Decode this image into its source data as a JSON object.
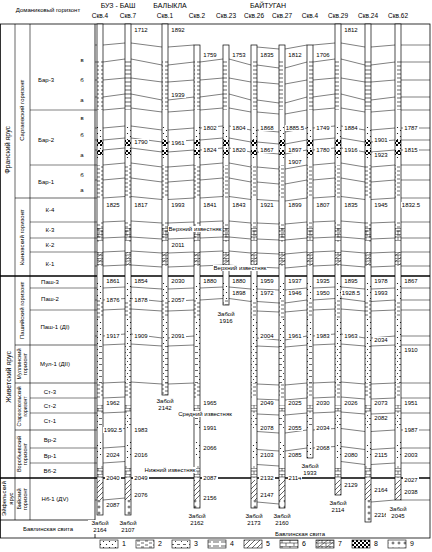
{
  "diagram": {
    "labels": [
      "БУЗ - БАШ",
      "БАЛЫКЛА",
      "БАЙТУГАН",
      "Скв.4",
      "Скв.7",
      "Скв.1",
      "Скв.2",
      "Скв.23",
      "Скв.26",
      "Скв.27",
      "Скв.4",
      "Скв.29",
      "Скв.24",
      "Скв.62",
      "Доманиковый горизонт",
      "Франский ярус",
      "Саргаевский горизонт",
      "Бар-3",
      "Бар-2",
      "Бар-1",
      "в",
      "б",
      "а",
      "в",
      "б",
      "а",
      "б",
      "а",
      "Кыновский горизонт",
      "К-4",
      "К-3",
      "К-2",
      "К-1",
      "Живетский ярус",
      "Пашийский горизонт",
      "Паш-3",
      "Паш-2",
      "Паш-1 (ДI)",
      "Муллинский горизонт",
      "Мул-1 (ДII)",
      "Старооскольский горизонт",
      "Ст-3",
      "Ст-2",
      "Ст-1",
      "Воробьевский горизонт",
      "Вр-2",
      "Вр-1",
      "Вб-2",
      "Эйфельский ярус",
      "Бийский горизонт",
      "Нб-1 (ДV)",
      "Бавлинская свита",
      "Верхний известняк",
      "Верхний известняк",
      "Средний известняк",
      "Нижний известняк",
      "Бавлинская свита",
      "1825",
      "1861",
      "1876",
      "1917",
      "1962",
      "1992.5",
      "2024",
      "2040",
      "2087",
      "Забой 2164",
      "1712",
      "1790",
      "1817",
      "1854",
      "1878",
      "1909",
      "1983",
      "2016",
      "2049",
      "2076",
      "Забой 2107",
      "1892",
      "1939",
      "1961",
      "1993",
      "2011",
      "2030",
      "2057",
      "2091",
      "Забой 2142",
      "1759",
      "1802",
      "1824",
      "1841",
      "1880",
      "1965",
      "1991",
      "2066",
      "2087",
      "2156",
      "Забой 2162",
      "1753",
      "1804",
      "1820",
      "1843",
      "1880",
      "1898",
      "Забой 1916",
      "1835",
      "1868",
      "1867",
      "1921",
      "1959",
      "1972",
      "2004",
      "2049",
      "2078",
      "2103",
      "2132",
      "2147",
      "Забой 2173",
      "1812",
      "1885.5",
      "1897",
      "1907",
      "1899",
      "1937",
      "1946",
      "1961",
      "2025",
      "2055",
      "2085",
      "2114",
      "Забой 2160",
      "1706",
      "1749",
      "1780",
      "1807",
      "1935",
      "1950",
      "1983",
      "2030",
      "2034",
      "2068",
      "Забой 1933",
      "1812",
      "1884",
      "1916",
      "1835",
      "1895",
      "1928.5",
      "1963",
      "2026",
      "2080",
      "2129",
      "Забой 2114",
      "1901",
      "1923",
      "1945",
      "1978",
      "1993",
      "2034",
      "2073",
      "2082",
      "2115",
      "2164",
      "2216",
      "1787",
      "1815",
      "1832.5",
      "1867",
      "1910",
      "1951",
      "1987",
      "2003",
      "2027",
      "2038",
      "Забой 2045"
    ],
    "legend": [
      {
        "text": "1"
      },
      {
        "text": "2"
      },
      {
        "text": "3"
      },
      {
        "text": "4"
      },
      {
        "text": "5"
      },
      {
        "text": "6"
      },
      {
        "text": "7"
      },
      {
        "text": "8"
      },
      {
        "text": "9"
      }
    ]
  }
}
